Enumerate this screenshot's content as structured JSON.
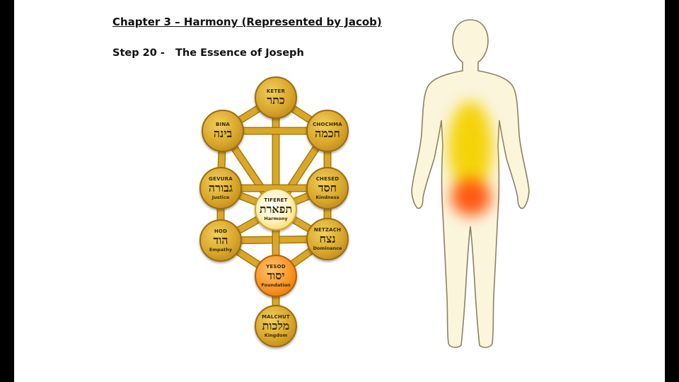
{
  "slide": {
    "chapter_title": "Chapter 3 – Harmony (Represented by Jacob)",
    "step_title": "Step 20 -   The Essence of Joseph"
  },
  "sefirot": [
    {
      "id": "keter",
      "name": "KETER",
      "hebrew": "כתר",
      "meaning": "",
      "style": "gold"
    },
    {
      "id": "bina",
      "name": "BINA",
      "hebrew": "בינה",
      "meaning": "",
      "style": "gold"
    },
    {
      "id": "chochma",
      "name": "CHOCHMA",
      "hebrew": "חכמה",
      "meaning": "",
      "style": "gold"
    },
    {
      "id": "gevura",
      "name": "GEVURA",
      "hebrew": "גבורה",
      "meaning": "Justice",
      "style": "gold"
    },
    {
      "id": "chesed",
      "name": "CHESED",
      "hebrew": "חסד",
      "meaning": "Kindness",
      "style": "gold"
    },
    {
      "id": "tiferet",
      "name": "TIFERET",
      "hebrew": "תפארת",
      "meaning": "Harmony",
      "style": "bright"
    },
    {
      "id": "hod",
      "name": "HOD",
      "hebrew": "הוד",
      "meaning": "Empathy",
      "style": "gold"
    },
    {
      "id": "netzach",
      "name": "NETZACH",
      "hebrew": "נצח",
      "meaning": "Dominance",
      "style": "gold"
    },
    {
      "id": "yesod",
      "name": "YESOD",
      "hebrew": "יסוד",
      "meaning": "Foundation",
      "style": "orange"
    },
    {
      "id": "malchut",
      "name": "MALCHUT",
      "hebrew": "מלכות",
      "meaning": "Kingdom",
      "style": "gold"
    }
  ],
  "colors": {
    "path": "#d9a82a",
    "path_edge": "#a8790f",
    "body_fill": "#fbf5dc",
    "body_outline": "#8a8266",
    "glow_yellow": "#f5d200",
    "glow_orange": "#ff4a00"
  },
  "figure": {
    "icon": "human-body-icon",
    "highlight_upper": "yellow",
    "highlight_lower": "orange"
  }
}
